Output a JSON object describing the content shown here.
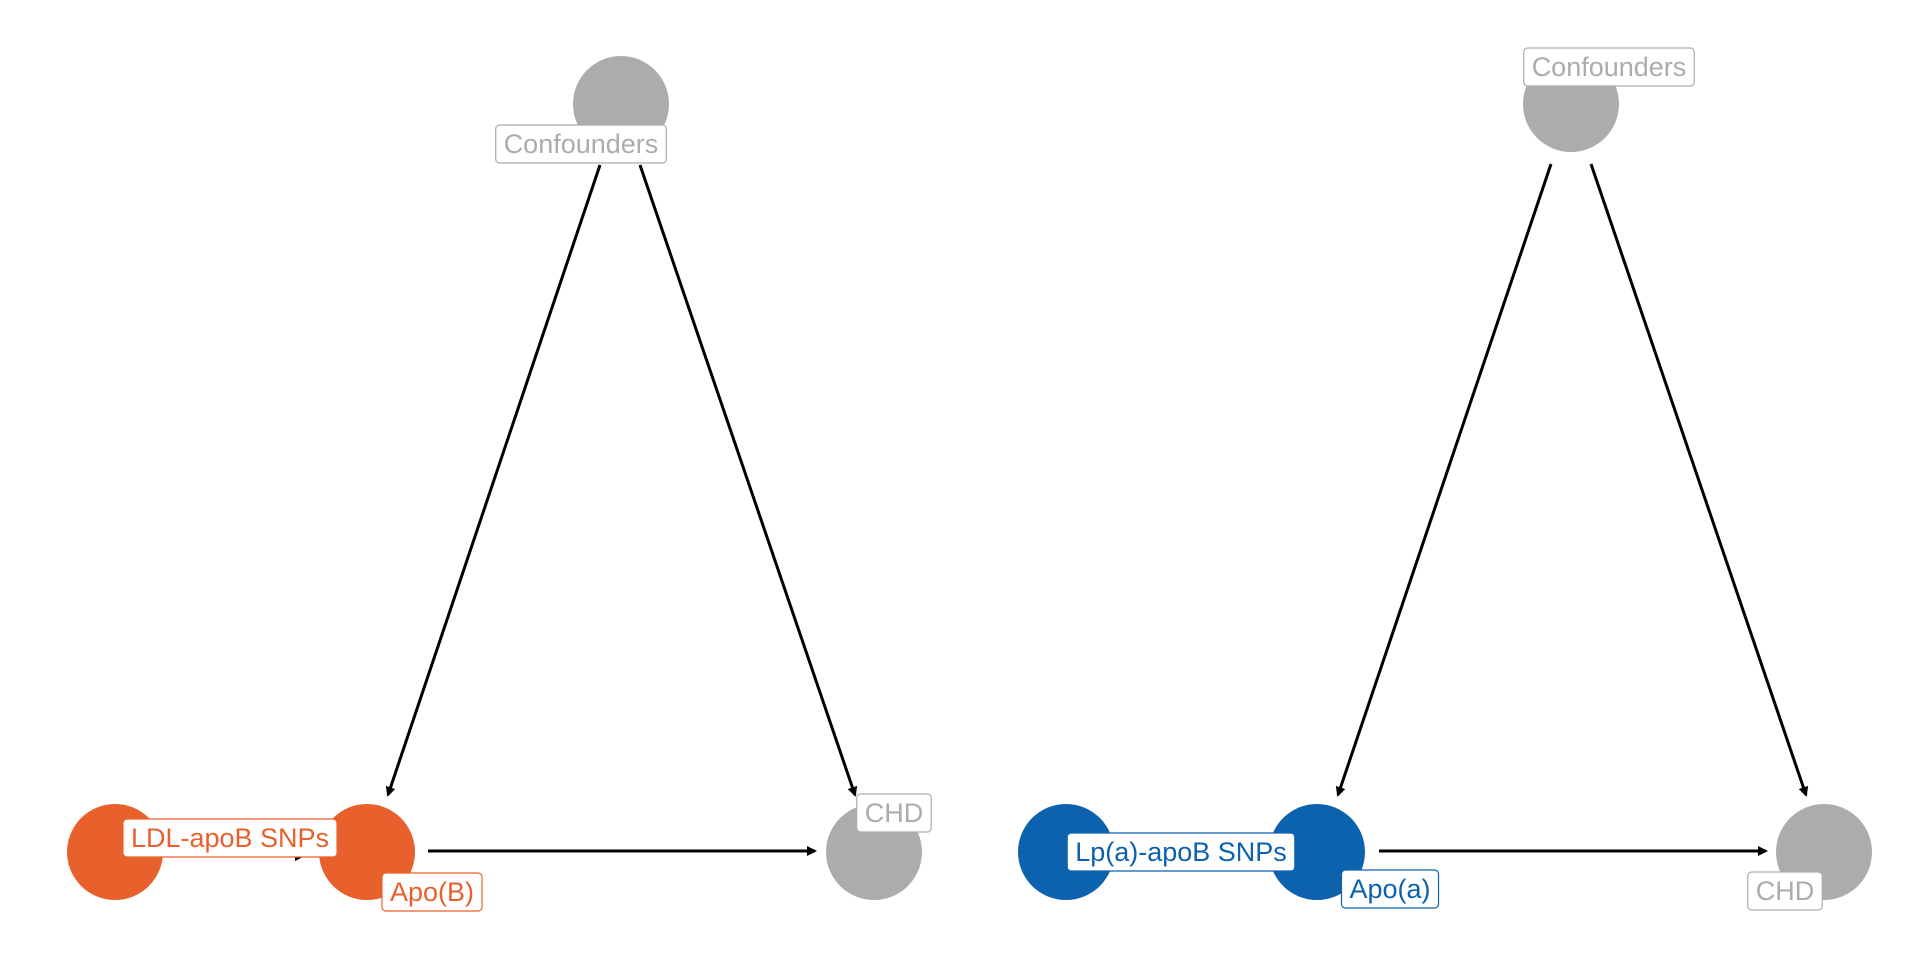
{
  "colors": {
    "orange": "#E8612C",
    "blue": "#0D62AE",
    "gray": "#ACACAC",
    "arrow": "#000000"
  },
  "panels": [
    {
      "nodes": {
        "instrument": {
          "label": "LDL-apoB SNPs",
          "color": "orange"
        },
        "exposure": {
          "label": "Apo(B)",
          "color": "orange"
        },
        "outcome": {
          "label": "CHD",
          "color": "gray"
        },
        "confounder": {
          "label": "Confounders",
          "color": "gray"
        }
      },
      "edges": [
        {
          "from": "instrument",
          "to": "exposure"
        },
        {
          "from": "exposure",
          "to": "outcome"
        },
        {
          "from": "confounder",
          "to": "exposure"
        },
        {
          "from": "confounder",
          "to": "outcome"
        }
      ]
    },
    {
      "nodes": {
        "instrument": {
          "label": "Lp(a)-apoB SNPs",
          "color": "blue"
        },
        "exposure": {
          "label": "Apo(a)",
          "color": "blue"
        },
        "outcome": {
          "label": "CHD",
          "color": "gray"
        },
        "confounder": {
          "label": "Confounders",
          "color": "gray"
        }
      },
      "edges": [
        {
          "from": "instrument",
          "to": "exposure"
        },
        {
          "from": "exposure",
          "to": "outcome"
        },
        {
          "from": "confounder",
          "to": "exposure"
        },
        {
          "from": "confounder",
          "to": "outcome"
        }
      ]
    }
  ]
}
